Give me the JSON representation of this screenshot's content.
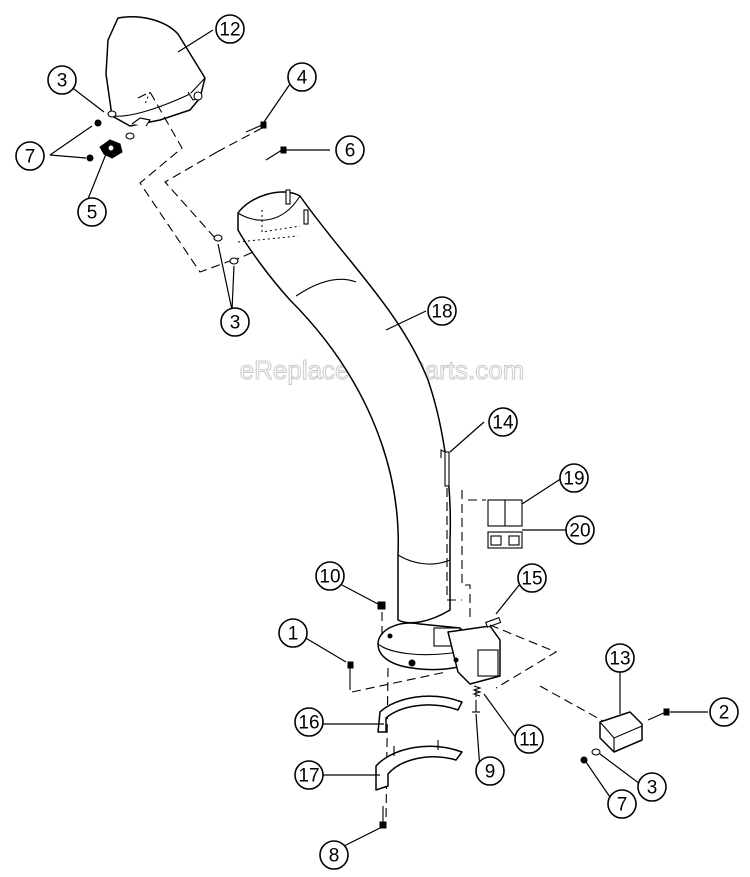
{
  "watermark": "eReplacementParts.com",
  "callouts": [
    {
      "label": "12",
      "part": "deflector"
    },
    {
      "label": "3",
      "part": "washer"
    },
    {
      "label": "7",
      "part": "nut"
    },
    {
      "label": "5",
      "part": "knob"
    },
    {
      "label": "4",
      "part": "bolt"
    },
    {
      "label": "6",
      "part": "bolt"
    },
    {
      "label": "3",
      "part": "washer"
    },
    {
      "label": "18",
      "part": "chute"
    },
    {
      "label": "14",
      "part": "rod"
    },
    {
      "label": "19",
      "part": "decal"
    },
    {
      "label": "20",
      "part": "decal"
    },
    {
      "label": "10",
      "part": "nut"
    },
    {
      "label": "15",
      "part": "pin"
    },
    {
      "label": "1",
      "part": "bolt"
    },
    {
      "label": "13",
      "part": "bracket"
    },
    {
      "label": "2",
      "part": "bolt"
    },
    {
      "label": "16",
      "part": "ring"
    },
    {
      "label": "11",
      "part": "spring"
    },
    {
      "label": "3",
      "part": "washer"
    },
    {
      "label": "7",
      "part": "nut"
    },
    {
      "label": "17",
      "part": "ring"
    },
    {
      "label": "9",
      "part": "pin"
    },
    {
      "label": "8",
      "part": "bolt"
    }
  ]
}
